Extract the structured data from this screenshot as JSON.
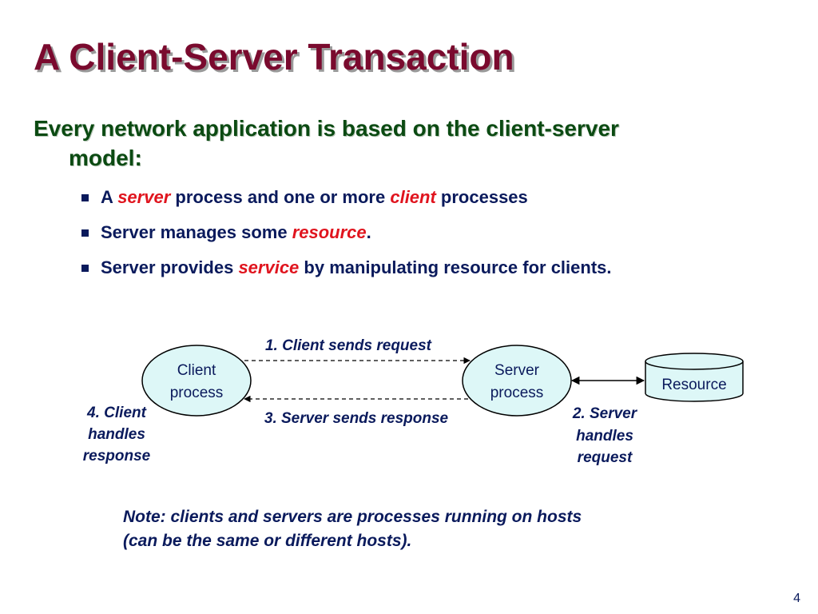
{
  "title": "A Client-Server Transaction",
  "lead": {
    "line1": "Every network application is based on the client-server",
    "line2": "model:"
  },
  "bullets": [
    {
      "pre": "A ",
      "em": "server",
      "post": " process and one or more ",
      "em2": "client",
      "post2": " processes"
    },
    {
      "pre": "Server manages some ",
      "em": "resource",
      "post": "."
    },
    {
      "pre": "Server provides ",
      "em": "service",
      "post": " by manipulating resource for clients."
    }
  ],
  "diagram": {
    "client": {
      "line1": "Client",
      "line2": "process"
    },
    "server": {
      "line1": "Server",
      "line2": "process"
    },
    "resource": "Resource",
    "step1": "1. Client sends request",
    "step2": {
      "line1": "2. Server",
      "line2": "handles",
      "line3": "request"
    },
    "step3": "3. Server sends response",
    "step4": {
      "line1": "4. Client",
      "line2": "handles",
      "line3": "response"
    }
  },
  "note": {
    "line1": "Note: clients and servers are processes running on hosts",
    "line2": "(can be the same or different hosts)."
  },
  "page_number": "4",
  "colors": {
    "title": "#7a0a2e",
    "lead": "#0b4a12",
    "body": "#0a1a5c",
    "emphasis": "#e0141e",
    "node_fill": "#ddf7f7"
  }
}
